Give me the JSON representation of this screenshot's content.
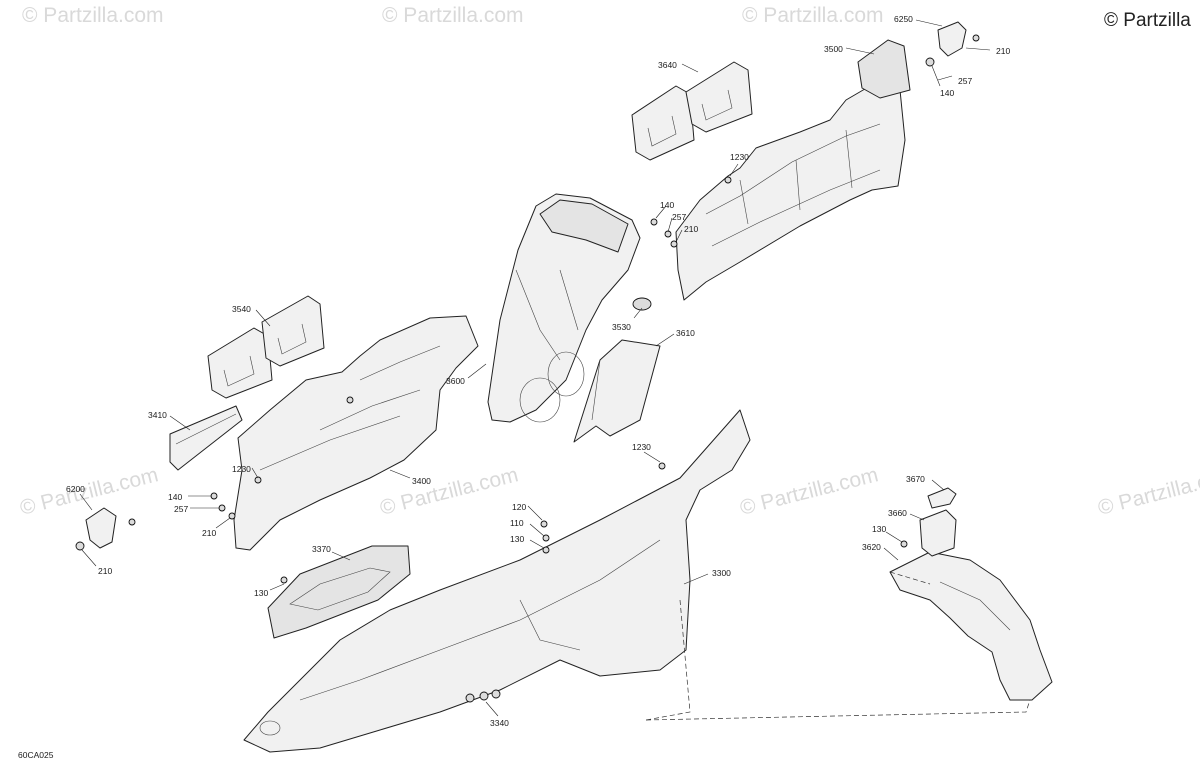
{
  "copyright": "© Partzilla",
  "watermark": "© Partzilla.com",
  "diagram_ref": "60CA025",
  "callouts": [
    {
      "id": "6250",
      "text": "6250"
    },
    {
      "id": "210a",
      "text": "210"
    },
    {
      "id": "3500",
      "text": "3500"
    },
    {
      "id": "257a",
      "text": "257"
    },
    {
      "id": "140a",
      "text": "140"
    },
    {
      "id": "3640",
      "text": "3640"
    },
    {
      "id": "1230a",
      "text": "1230"
    },
    {
      "id": "140b",
      "text": "140"
    },
    {
      "id": "257b",
      "text": "257"
    },
    {
      "id": "210b",
      "text": "210"
    },
    {
      "id": "3540",
      "text": "3540"
    },
    {
      "id": "3530",
      "text": "3530"
    },
    {
      "id": "3610",
      "text": "3610"
    },
    {
      "id": "3600",
      "text": "3600"
    },
    {
      "id": "3410",
      "text": "3410"
    },
    {
      "id": "1230b",
      "text": "1230"
    },
    {
      "id": "3400",
      "text": "3400"
    },
    {
      "id": "1230c",
      "text": "1230"
    },
    {
      "id": "6200",
      "text": "6200"
    },
    {
      "id": "140c",
      "text": "140"
    },
    {
      "id": "257c",
      "text": "257"
    },
    {
      "id": "210c",
      "text": "210"
    },
    {
      "id": "210d",
      "text": "210"
    },
    {
      "id": "3370",
      "text": "3370"
    },
    {
      "id": "130a",
      "text": "130"
    },
    {
      "id": "120",
      "text": "120"
    },
    {
      "id": "110",
      "text": "110"
    },
    {
      "id": "130b",
      "text": "130"
    },
    {
      "id": "3300",
      "text": "3300"
    },
    {
      "id": "3670",
      "text": "3670"
    },
    {
      "id": "3660",
      "text": "3660"
    },
    {
      "id": "130c",
      "text": "130"
    },
    {
      "id": "3620",
      "text": "3620"
    },
    {
      "id": "3340",
      "text": "3340"
    }
  ]
}
